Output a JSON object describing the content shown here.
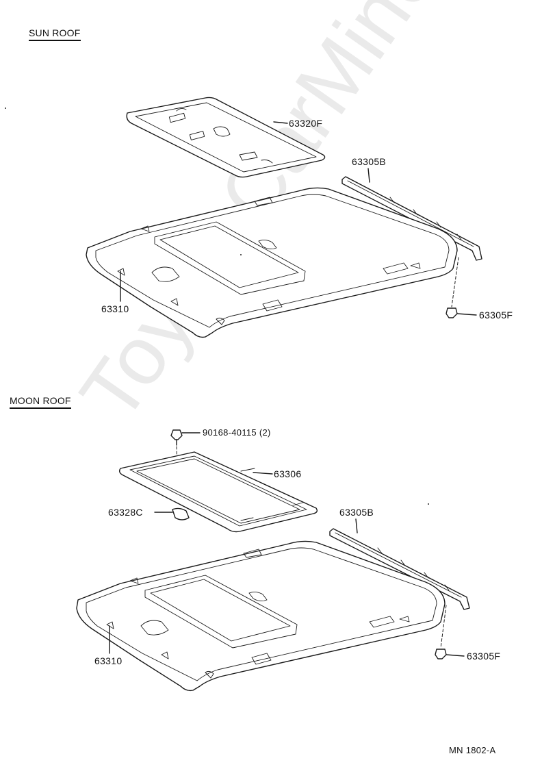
{
  "sections": {
    "sun_roof": {
      "title": "SUN ROOF",
      "labels": {
        "sunshade": "63320F",
        "rail": "63305B",
        "headliner": "63310",
        "clip": "63305F"
      }
    },
    "moon_roof": {
      "title": "MOON ROOF",
      "labels": {
        "screw": "90168-40115 (2)",
        "trim_frame": "63306",
        "knob": "63328C",
        "rail": "63305B",
        "headliner": "63310",
        "clip": "63305F"
      }
    }
  },
  "footer": {
    "code": "MN 1802-A"
  },
  "watermark": {
    "text": "ToyotaCarMine.ru"
  }
}
